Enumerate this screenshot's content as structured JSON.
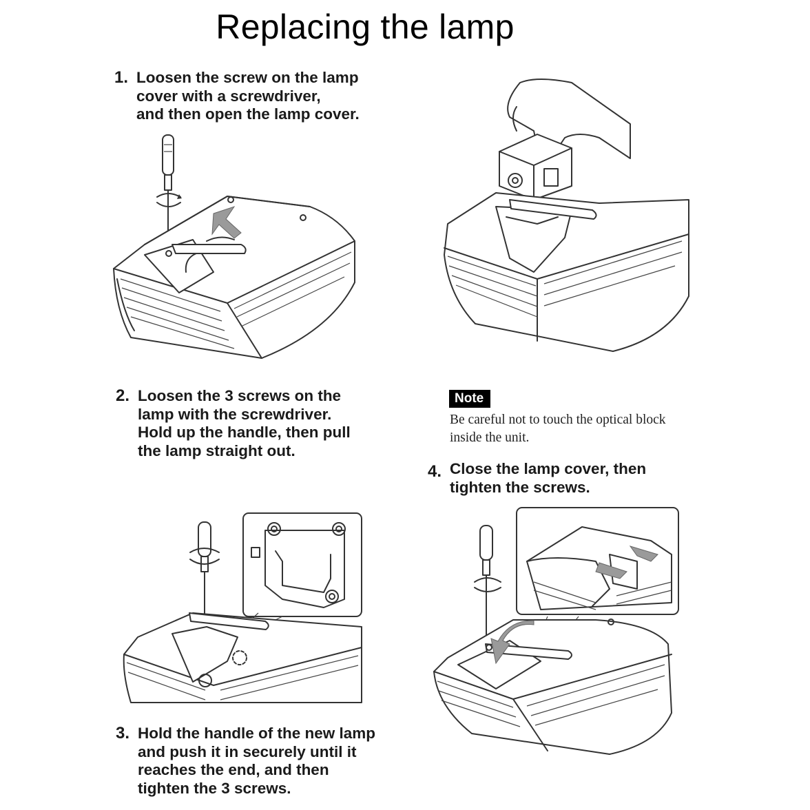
{
  "title": "Replacing the lamp",
  "steps": [
    {
      "number": "1.",
      "lines": [
        "Loosen the screw on the lamp",
        "cover with a screwdriver,",
        "and then open the lamp cover."
      ]
    },
    {
      "number": "2.",
      "lines": [
        "Loosen the 3 screws on the",
        "lamp with the screwdriver.",
        "Hold up the handle, then pull",
        "the lamp straight out."
      ]
    },
    {
      "number": "3.",
      "lines": [
        "Hold the handle of the new lamp",
        "and push it in securely until it",
        "reaches the end, and then",
        "tighten the 3 screws."
      ]
    },
    {
      "number": "4.",
      "lines": [
        "Close the lamp cover, then",
        "tighten the screws."
      ]
    }
  ],
  "note": {
    "label": "Note",
    "lines": [
      "Be careful not to touch the optical block",
      "inside the unit."
    ]
  },
  "colors": {
    "text": "#1a1a1a",
    "line_art": "#333333",
    "arrow": "#9a9a9a",
    "badge_bg": "#000000"
  }
}
